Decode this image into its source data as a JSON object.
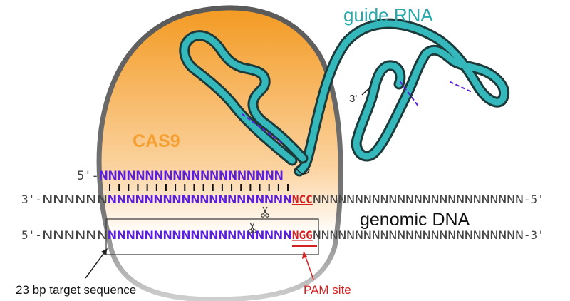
{
  "labels": {
    "guide_rna": "guide RNA",
    "cas9": "CAS9",
    "genomic_dna": "genomic DNA",
    "target_sequence": "23 bp target sequence",
    "pam_site": "PAM site",
    "rna_three_prime": "3'"
  },
  "guide_strand": {
    "prefix": "5'-",
    "seq": "NNNNNNNNNNNNNNNNNNNN"
  },
  "dna_top": {
    "prefix": "3'-",
    "flank_left": "NNNNNN",
    "target": "NNNNNNNNNNNNNNNNNNNN",
    "pam": "NCC",
    "flank_right": "NNNNNNNNNNNNNNNNNNNNNNNNN",
    "suffix": "-5'"
  },
  "dna_bottom": {
    "prefix": "5'-",
    "flank_left": "NNNNNN",
    "target": "NNNNNNNNNNNNNNNNNNNN",
    "pam": "NGG",
    "flank_right": "NNNNNNNNNNNNNNNNNNNNNNNNN",
    "suffix": "-3'"
  },
  "icons": {
    "cut_site": "scissors-icon"
  },
  "colors": {
    "cas9_orange": "#f5a030",
    "guide_rna_teal": "#2aa8aa",
    "target_purple": "#5a1ee0",
    "pam_red": "#d42020",
    "dna_gray": "#444444"
  }
}
